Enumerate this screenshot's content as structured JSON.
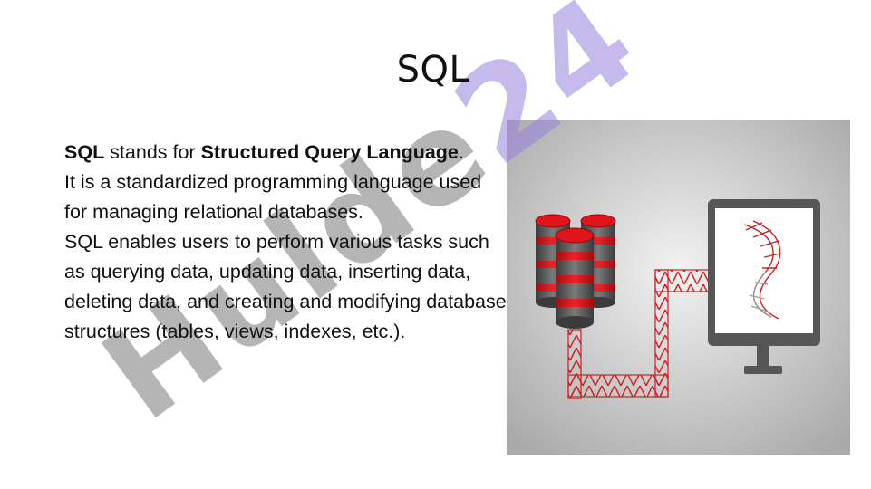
{
  "slide": {
    "title": "SQL",
    "body": {
      "p1_bold1": "SQL",
      "p1_text1": " stands for ",
      "p1_bold2": "Structured Query Language",
      "p1_text2": ".",
      "p2": "It is a standardized programming language used for managing relational databases.",
      "p3": "SQL enables users to perform various tasks such as querying data, updating data, inserting data, deleting data, and creating and modifying database structures (tables, views, indexes, etc.)."
    }
  },
  "watermark": {
    "part1": "Hulde",
    "part2": "24"
  },
  "colors": {
    "database_red": "#d9141b",
    "database_dark": "#555555",
    "pipe_red": "#cc2222",
    "monitor_frame": "#555555",
    "background_gray": "#cfcfcf"
  },
  "icons": {
    "database": "database-stack-icon",
    "monitor": "monitor-icon",
    "sql_server_logo": "sql-server-logo-icon"
  }
}
